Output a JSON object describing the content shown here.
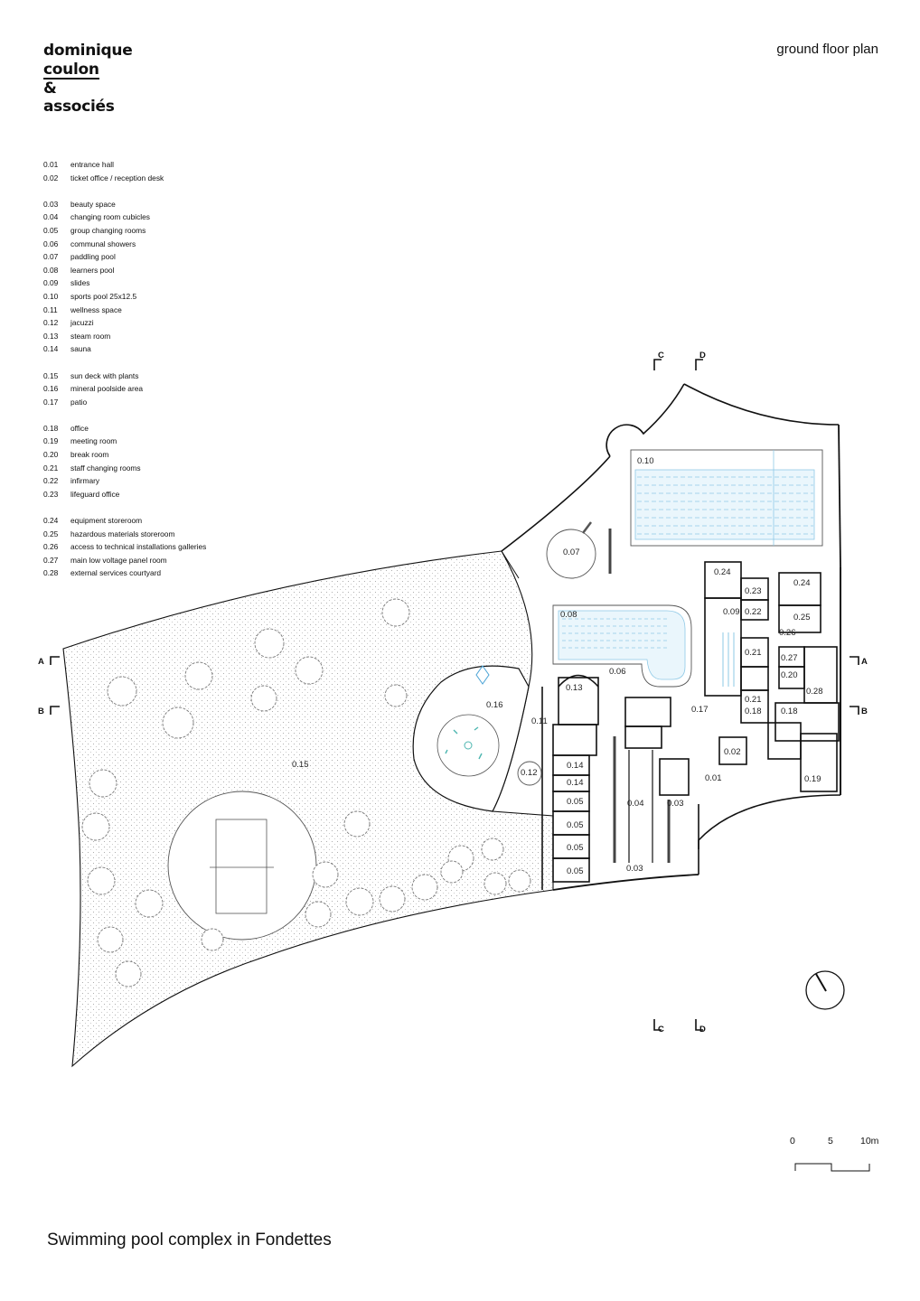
{
  "logo": {
    "line1": "dominique",
    "line2": "coulon",
    "line3": "&",
    "line4": "associés"
  },
  "sheet_title": "ground floor plan",
  "project_title": "Swimming pool complex in Fondettes",
  "legend": [
    {
      "code": "0.01",
      "label": "entrance hall"
    },
    {
      "code": "0.02",
      "label": "ticket office / reception desk"
    },
    {
      "code": "0.03",
      "label": "beauty space"
    },
    {
      "code": "0.04",
      "label": "changing room cubicles"
    },
    {
      "code": "0.05",
      "label": "group changing rooms"
    },
    {
      "code": "0.06",
      "label": "communal showers"
    },
    {
      "code": "0.07",
      "label": "paddling pool"
    },
    {
      "code": "0.08",
      "label": "learners pool"
    },
    {
      "code": "0.09",
      "label": "slides"
    },
    {
      "code": "0.10",
      "label": "sports pool 25x12.5"
    },
    {
      "code": "0.11",
      "label": "wellness space"
    },
    {
      "code": "0.12",
      "label": "jacuzzi"
    },
    {
      "code": "0.13",
      "label": "steam room"
    },
    {
      "code": "0.14",
      "label": "sauna"
    },
    {
      "code": "0.15",
      "label": "sun deck with plants"
    },
    {
      "code": "0.16",
      "label": "mineral poolside area"
    },
    {
      "code": "0.17",
      "label": "patio"
    },
    {
      "code": "0.18",
      "label": "office"
    },
    {
      "code": "0.19",
      "label": "meeting room"
    },
    {
      "code": "0.20",
      "label": "break room"
    },
    {
      "code": "0.21",
      "label": "staff changing rooms"
    },
    {
      "code": "0.22",
      "label": "infirmary"
    },
    {
      "code": "0.23",
      "label": "lifeguard office"
    },
    {
      "code": "0.24",
      "label": "equipment storeroom"
    },
    {
      "code": "0.25",
      "label": "hazardous materials storeroom"
    },
    {
      "code": "0.26",
      "label": "access to technical installations galleries"
    },
    {
      "code": "0.27",
      "label": "main low voltage panel room"
    },
    {
      "code": "0.28",
      "label": "external services courtyard"
    }
  ],
  "section_marks": {
    "a": "A",
    "b": "B",
    "c": "C",
    "d": "D"
  },
  "scale_bar": {
    "zero": "0",
    "mid": "5",
    "end": "10m"
  },
  "colors": {
    "ink": "#111111",
    "water": "#8ec9e6",
    "deck_dots": "#9a9a9a"
  }
}
